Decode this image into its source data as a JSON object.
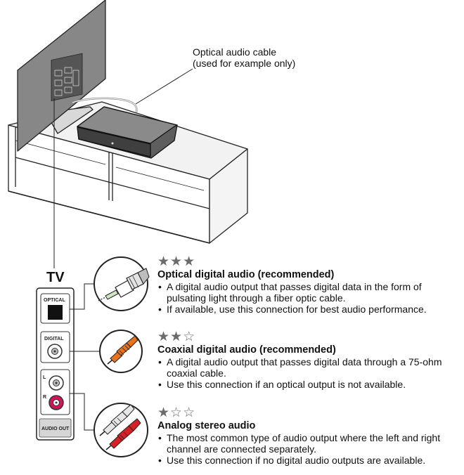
{
  "callout": {
    "line1": "Optical audio cable",
    "line2": "(used for example only)"
  },
  "tv_label": "TV",
  "panel": {
    "optical": "OPTICAL",
    "digital": "DIGITAL",
    "left": "L",
    "right": "R",
    "footer": "AUDIO OUT"
  },
  "connections": [
    {
      "rating": "★★★",
      "rating_value": 3,
      "title": "Optical digital audio (recommended)",
      "bullets": [
        "A digital audio output that passes digital data in the form of pulsating light through a fiber optic cable.",
        "If available, use this connection for best audio performance."
      ]
    },
    {
      "rating": "★★☆",
      "rating_value": 2,
      "title": "Coaxial digital audio (recommended)",
      "bullets": [
        "A digital audio output that passes digital data through a 75-ohm coaxial cable.",
        "Use this connection if an optical output is not available."
      ]
    },
    {
      "rating": "★☆☆",
      "rating_value": 1,
      "title": "Analog stereo audio",
      "bullets": [
        "The most common type of audio output where the left and right channel are connected separately.",
        "Use this connection if no digital audio outputs are available."
      ]
    }
  ],
  "colors": {
    "tv_screen": "#878787",
    "soundbar": "#5e5e5e",
    "coax_orange": "#e8731a",
    "rca_red": "#d42027",
    "rca_jack_magenta": "#d4145a",
    "rca_white": "#e6e6e6",
    "star_gray": "#6b6b6b"
  }
}
